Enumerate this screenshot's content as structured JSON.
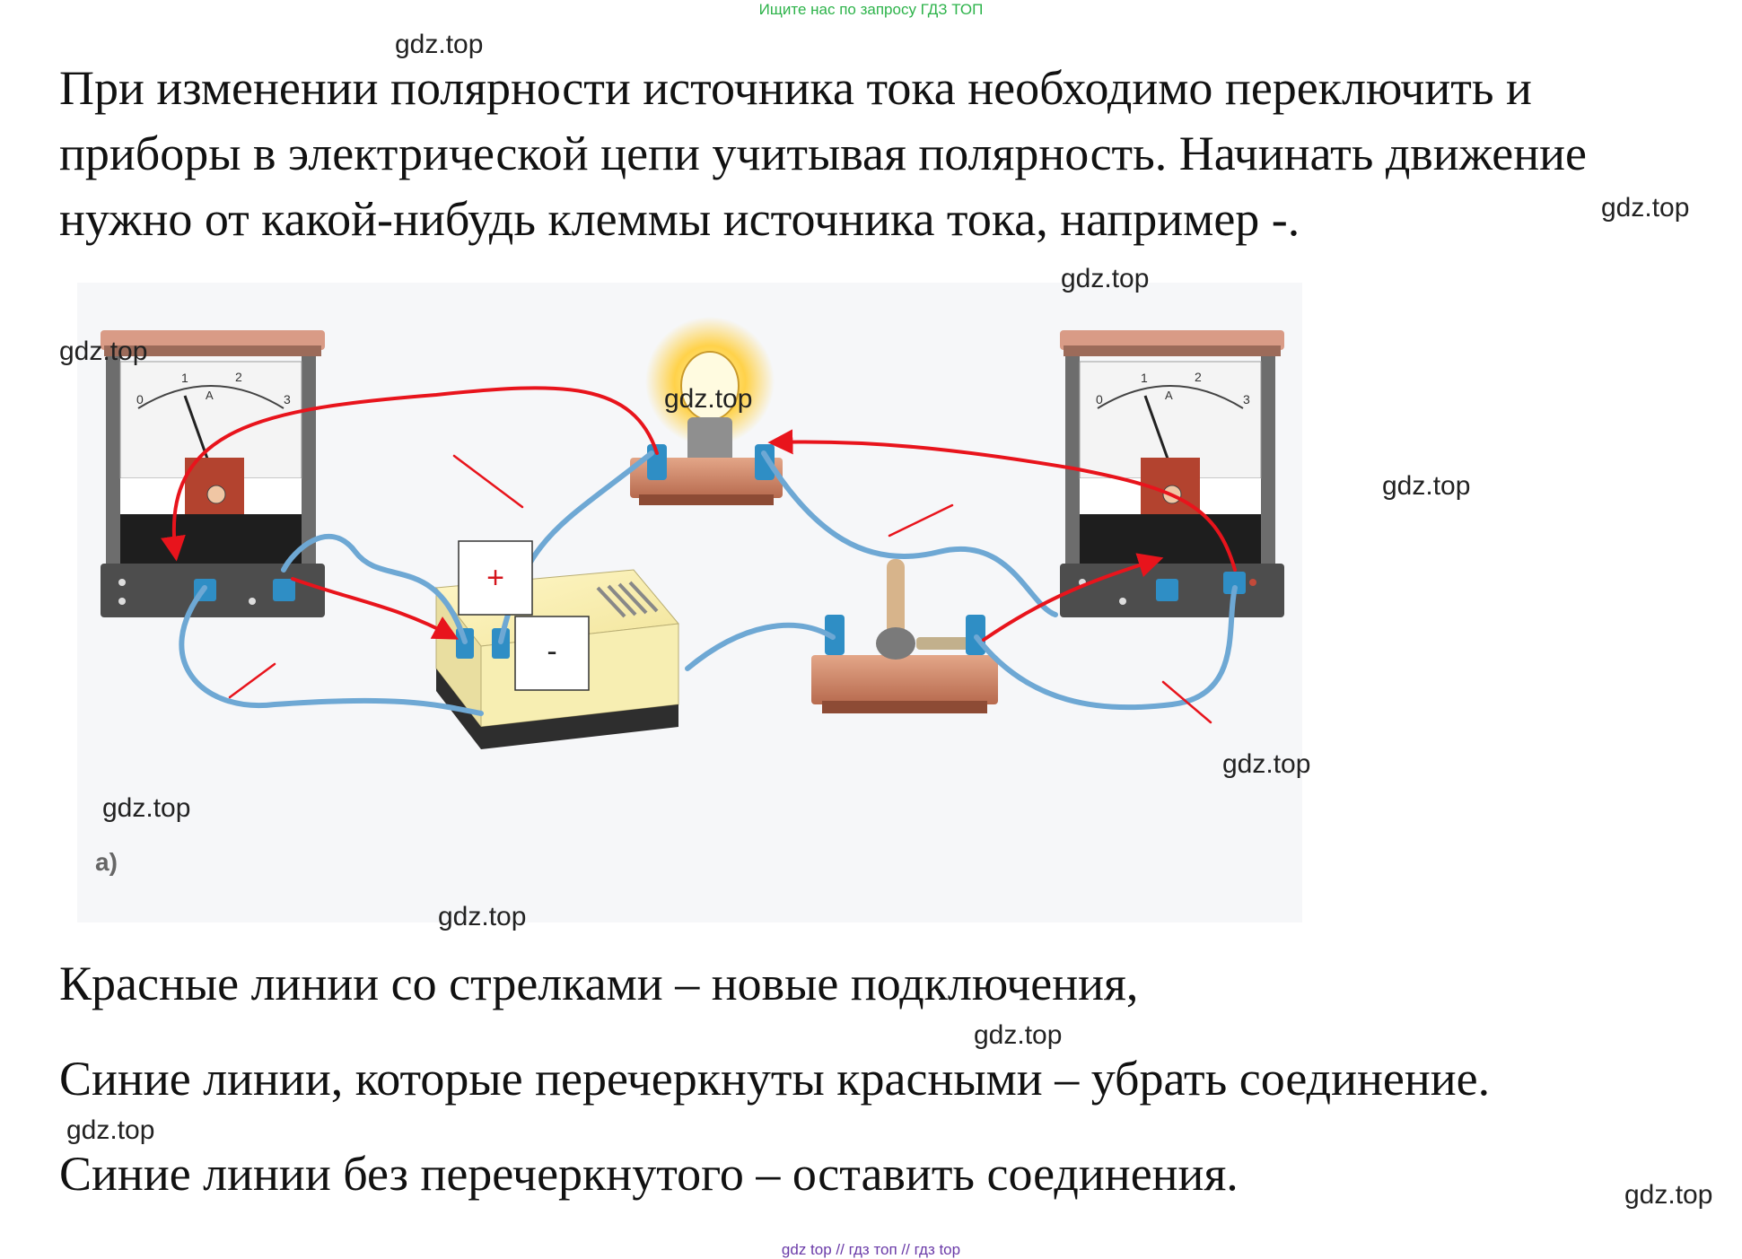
{
  "banner_top": "Ищите нас по запросу ГДЗ ТОП",
  "paragraph": {
    "line1": "При изменении полярности источника тока необходимо переключить и",
    "line2": "приборы в электрической цепи учитывая полярность. Начинать движение",
    "line3": "нужно от какой-нибудь клеммы источника тока, например -."
  },
  "figure": {
    "plus_label": "+",
    "minus_label": "-",
    "figure_label": "а)",
    "ammeter_scale": [
      "0",
      "1",
      "2",
      "3"
    ],
    "ammeter_unit": "A"
  },
  "captions": {
    "line1": "Красные линии со стрелками – новые подключения,",
    "line2": "Синие линии, которые перечеркнуты красными – убрать соединение.",
    "line3": "Синие линии без перечеркнутого – оставить соединения."
  },
  "watermark": "gdz.top",
  "banner_bottom": "gdz top  //  гдз топ  //  гдз top",
  "colors": {
    "wire": "#6ea8d4",
    "new_connection": "#e8141c",
    "banner_top": "#2db34a",
    "banner_bottom": "#6a3aa8"
  }
}
